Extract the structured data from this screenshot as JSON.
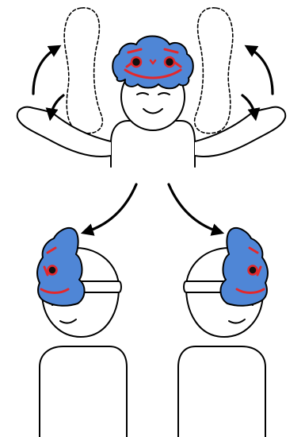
{
  "colors": {
    "mask_fill": "#4f86d6",
    "mask_marking": "#e3282c",
    "eye": "#111111",
    "outline": "#000000",
    "background": "#ffffff"
  },
  "panels": [
    {
      "id": "top",
      "depicts": "figure-wearing-mask-front",
      "mask": "cloud-mask-front"
    },
    {
      "id": "bottom-left",
      "depicts": "figure-wearing-mask-profile-left",
      "mask": "cloud-mask-side"
    },
    {
      "id": "bottom-right",
      "depicts": "figure-wearing-mask-profile-right",
      "mask": "cloud-mask-side"
    }
  ],
  "icons": {
    "top_left_rotation": "curved-arrows-icon",
    "top_right_rotation": "curved-arrows-icon",
    "split_left": "curved-arrow-icon",
    "split_right": "curved-arrow-icon"
  }
}
